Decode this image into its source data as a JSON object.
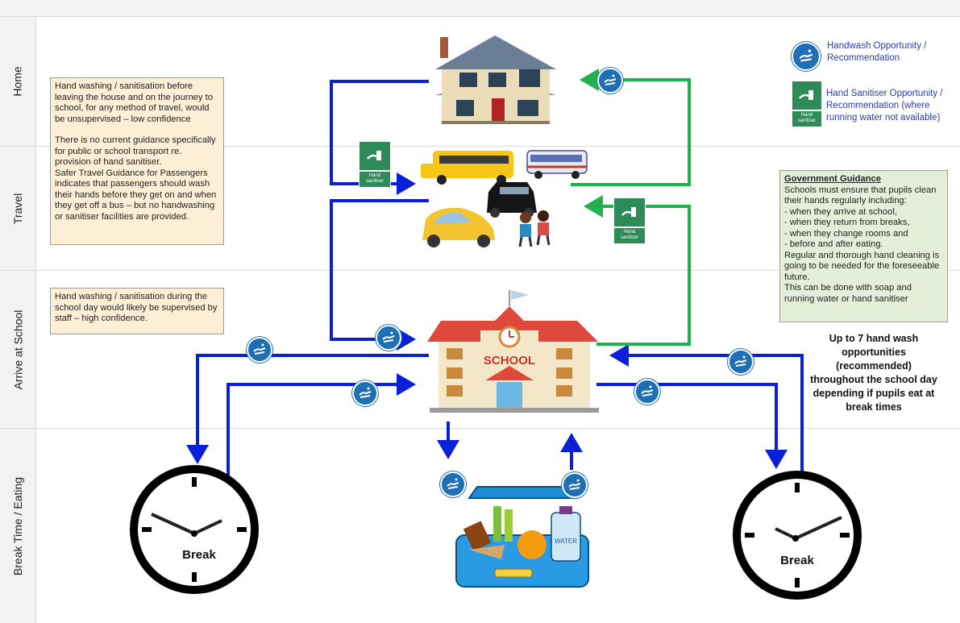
{
  "lanes": [
    "Home",
    "Travel",
    "Arrive at School",
    "Break Time / Eating"
  ],
  "legend": {
    "handwash": "Handwash Opportunity / Recommendation",
    "sanitiser": "Hand Sanitiser Opportunity / Recommendation (where running water not available)"
  },
  "sanitiser_label": "Hand sanitiser",
  "notes": {
    "travel_p1": "Hand washing / sanitisation before leaving the house and on the journey to school, for any method of travel, would be unsupervised – low confidence",
    "travel_p2": "There is no current guidance specifically for public or school transport re. provision of hand sanitiser.",
    "travel_p3": "Safer Travel Guidance for Passengers indicates that passengers should wash their hands before they get on and when they get off a bus – but no handwashing or sanitiser facilities are provided.",
    "school": "Hand washing / sanitisation during the school day would likely be supervised by staff – high confidence."
  },
  "guidance": {
    "title": "Government Guidance",
    "intro": "Schools must ensure that pupils clean their hands regularly including:",
    "items": [
      "- when they arrive at school,",
      "- when they return from breaks,",
      "- when they change rooms and",
      "- before and after eating."
    ],
    "p2": "Regular and thorough hand cleaning is going to be needed for the foreseeable future.",
    "p3": "This can be done with soap and running water or hand sanitiser"
  },
  "summary": "Up to 7 hand wash opportunities (recommended) throughout the school day depending if pupils eat at break times",
  "school_sign": "SCHOOL",
  "clock_label": "Break",
  "bottle_label": "WATER",
  "colors": {
    "blue_arrow": "#0a1fd8",
    "green_arrow": "#22b14c",
    "handwash": "#1e6fb3",
    "sanitiser": "#2e8b57"
  }
}
